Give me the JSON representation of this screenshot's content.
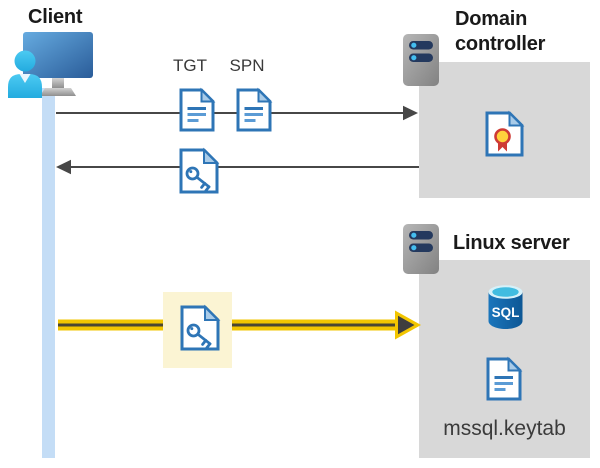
{
  "diagram": {
    "client": {
      "label": "Client"
    },
    "domain_controller": {
      "label": "Domain controller"
    },
    "linux_server": {
      "label": "Linux server"
    },
    "tickets": {
      "tgt_label": "TGT",
      "spn_label": "SPN"
    },
    "sql_label": "SQL",
    "keytab_label": "mssql.keytab"
  },
  "palette": {
    "text_dark": "#1a1a1a",
    "doc_blue": "#2e75b6",
    "doc_fold": "#a9cbe8",
    "doc_line_light": "#5b9bd5",
    "box_gray": "#d8d8d8",
    "arrow_gray": "#474747",
    "highlight_gold": "#f2c500",
    "highlight_dark": "#4a4632",
    "highlight_bg": "#fbf4d3",
    "lifeline_blue": "#c4ddf6",
    "server_bar_navy": "#24395e",
    "server_dot_cyan": "#44bef0",
    "cert_red": "#ce3a34",
    "cert_gold": "#ffd23c",
    "sql_rim_light": "#d6f1f9",
    "sql_cyan": "#41bce0"
  }
}
